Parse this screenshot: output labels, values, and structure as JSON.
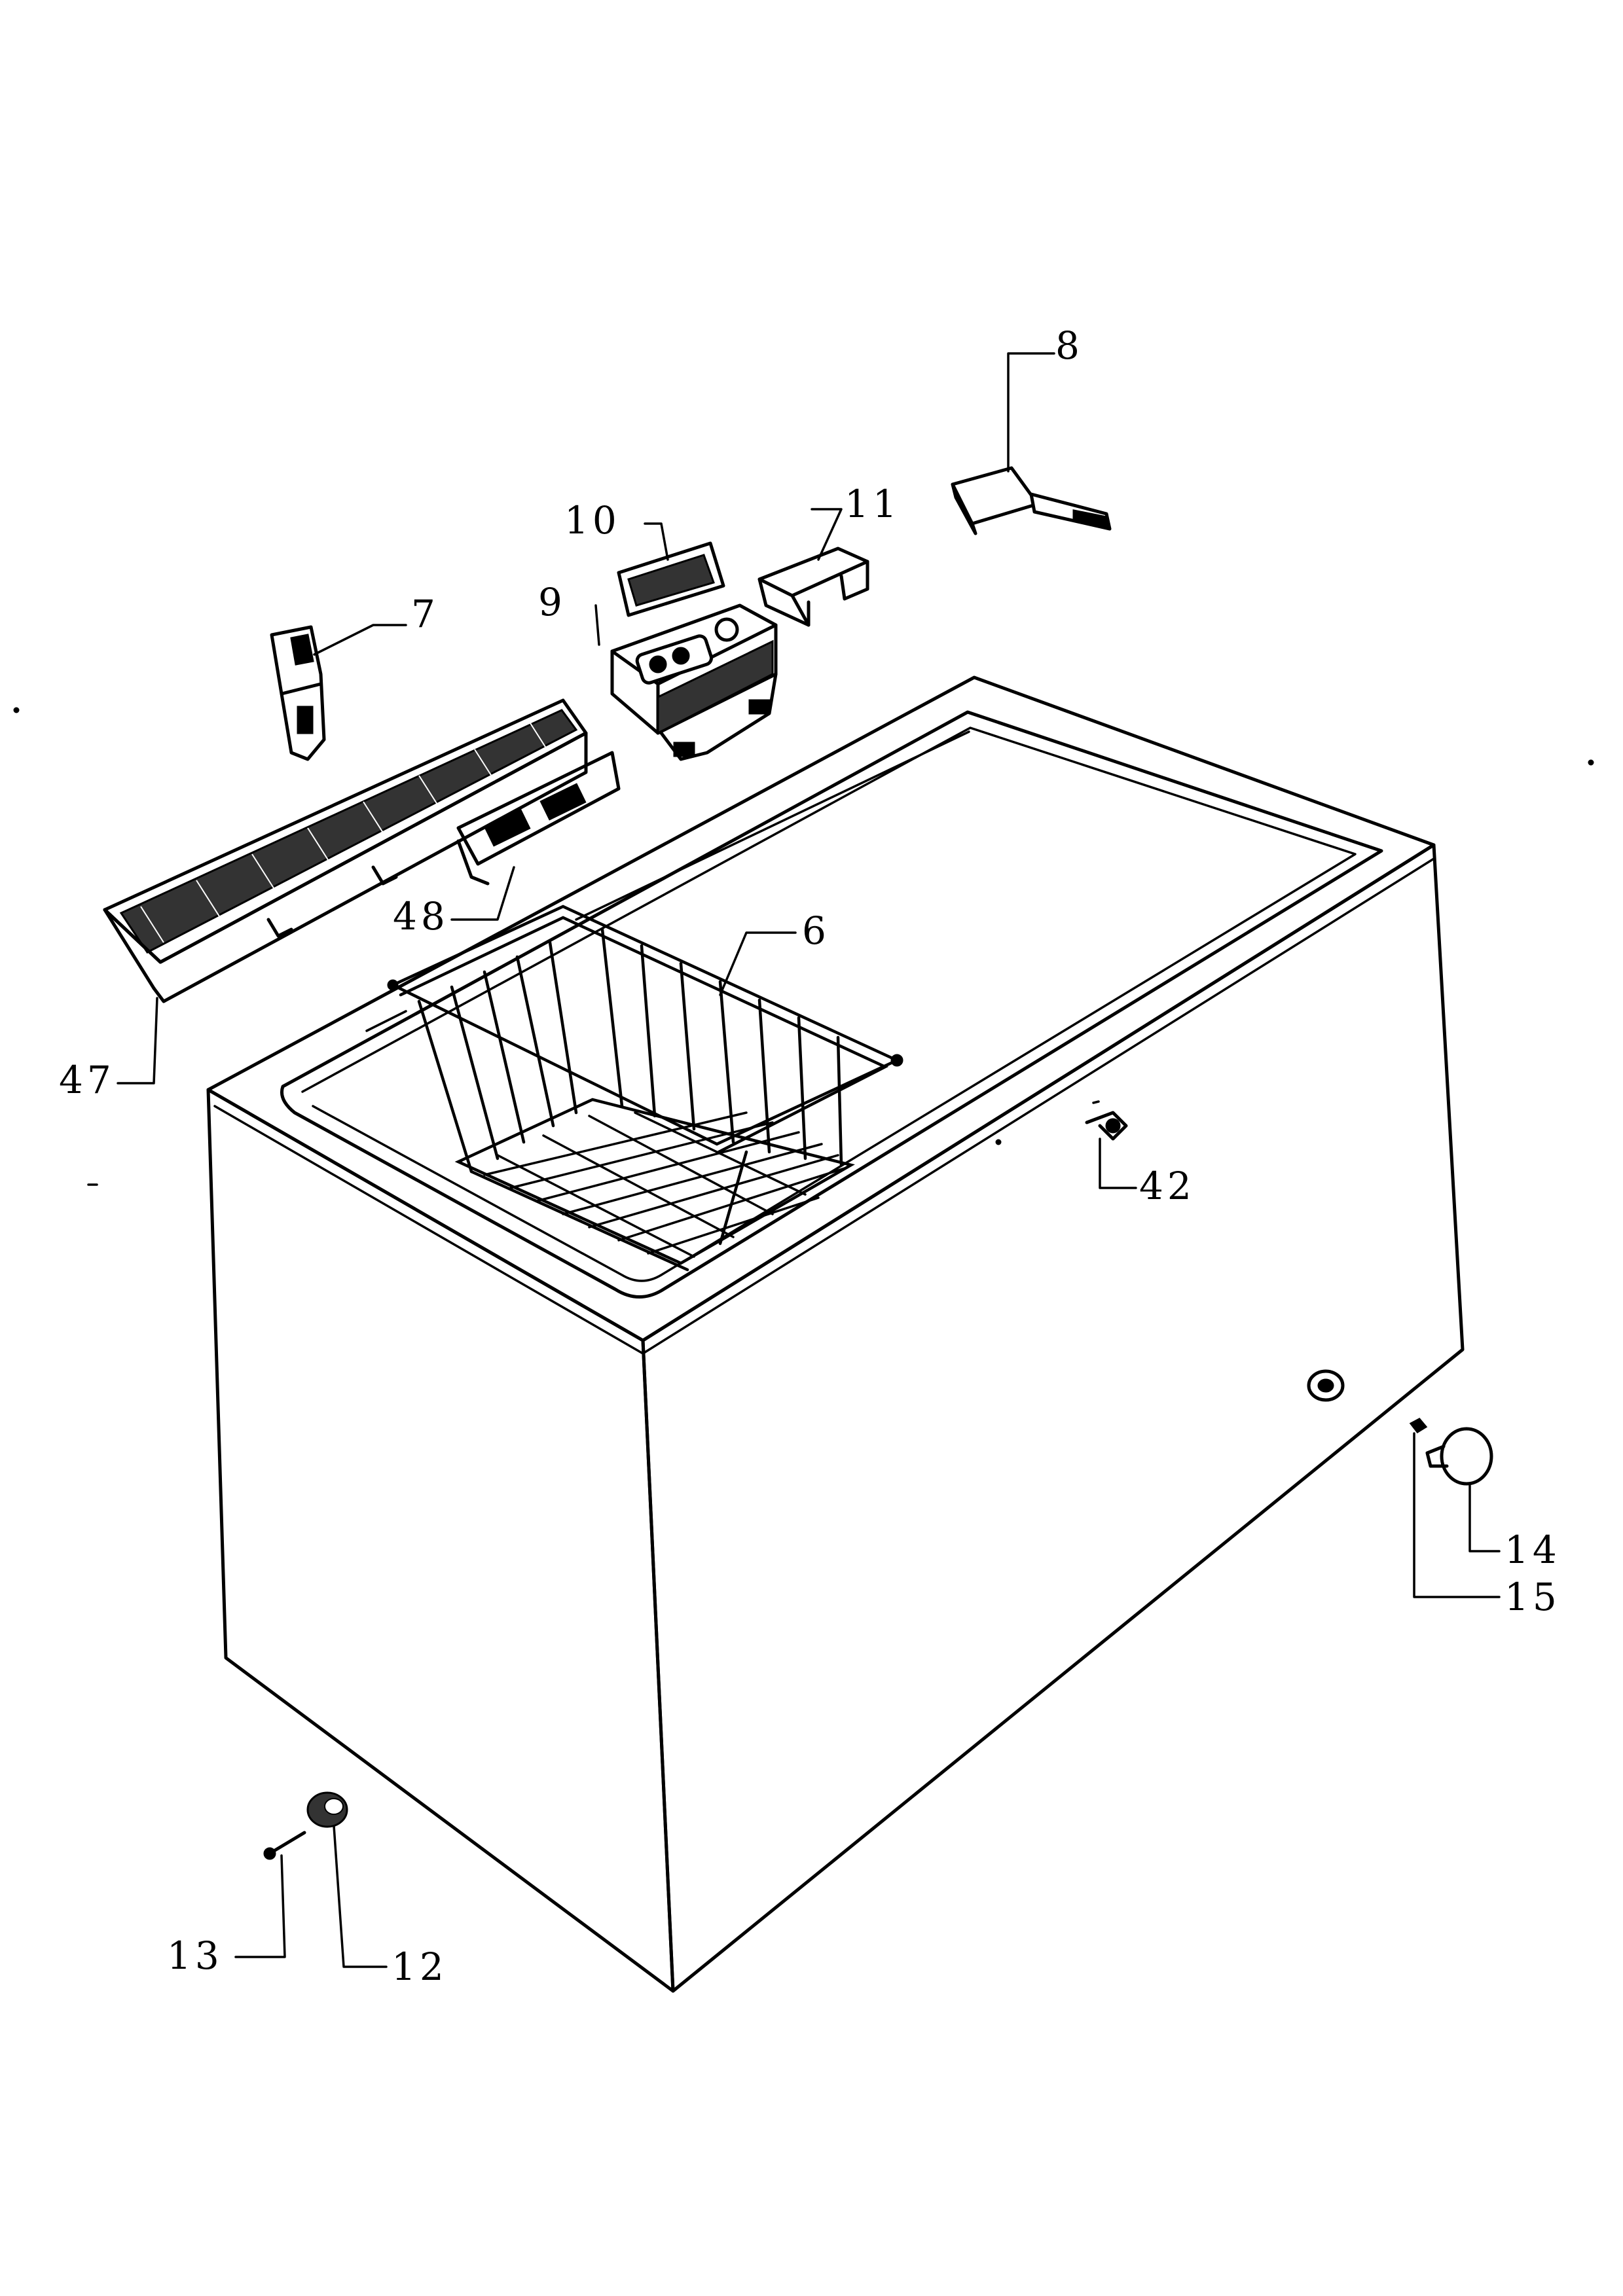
{
  "diagram": {
    "colors": {
      "ink": "#000000",
      "paper": "#ffffff"
    },
    "callouts": [
      {
        "id": "8",
        "text": "8"
      },
      {
        "id": "10",
        "text": "10"
      },
      {
        "id": "11",
        "text": "11"
      },
      {
        "id": "9",
        "text": "9"
      },
      {
        "id": "7",
        "text": "7"
      },
      {
        "id": "48",
        "text": "48"
      },
      {
        "id": "6",
        "text": "6"
      },
      {
        "id": "47",
        "text": "47"
      },
      {
        "id": "42",
        "text": "42"
      },
      {
        "id": "14",
        "text": "14"
      },
      {
        "id": "15",
        "text": "15"
      },
      {
        "id": "13",
        "text": "13"
      },
      {
        "id": "12",
        "text": "12"
      }
    ]
  }
}
